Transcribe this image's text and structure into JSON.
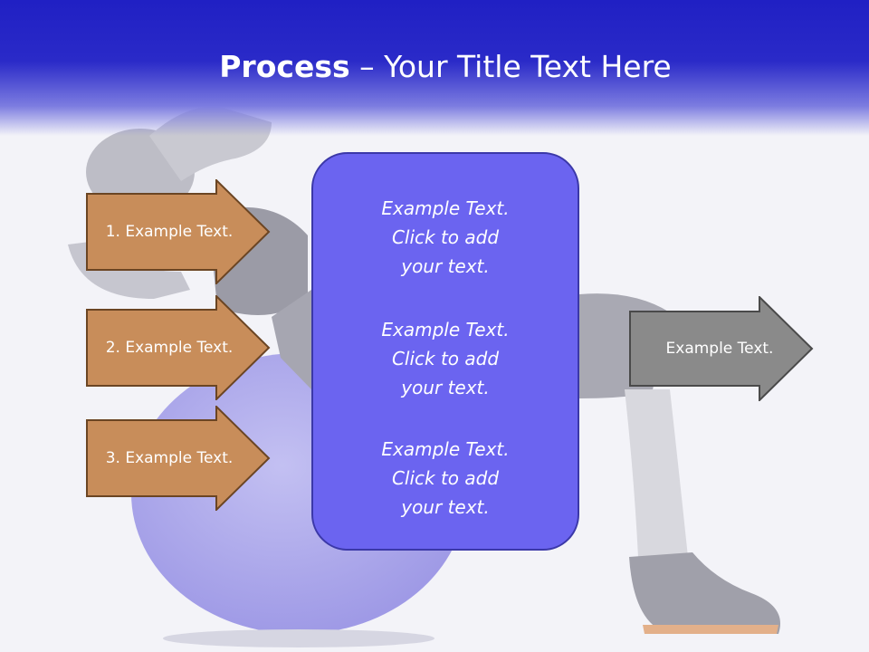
{
  "slide": {
    "title_bold": "Process",
    "title_rest": " – Your Title Text Here"
  },
  "inputs": [
    {
      "label": "1. Example Text."
    },
    {
      "label": "2. Example Text."
    },
    {
      "label": "3. Example Text."
    }
  ],
  "center_box": {
    "paragraphs": [
      {
        "line1": "Example Text.",
        "line2": "Click  to add",
        "line3": "your text."
      },
      {
        "line1": "Example Text.",
        "line2": "Click  to add",
        "line3": "your text."
      },
      {
        "line1": "Example Text.",
        "line2": "Click  to add",
        "line3": "your text."
      }
    ]
  },
  "output": {
    "label": "Example Text."
  },
  "colors": {
    "header": "#2a2ac8",
    "input_arrow_fill": "#c88d5a",
    "input_arrow_stroke": "#6b4523",
    "center_fill": "#6b64f0",
    "output_arrow_fill": "#8a8a8a",
    "output_arrow_stroke": "#4a4a4a"
  }
}
